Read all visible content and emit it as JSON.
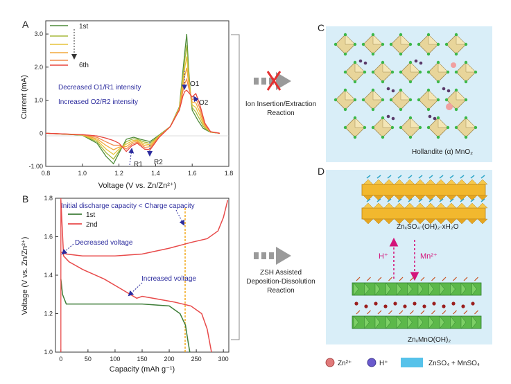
{
  "panels": {
    "A": {
      "letter": "A",
      "ylabel": "Current (mA)",
      "xlabel": "Voltage (V vs. Zn/Zn²⁺)",
      "xticks": [
        "0.8",
        "1.0",
        "1.2",
        "1.4",
        "1.6",
        "1.8"
      ],
      "yticks": [
        "-1.00",
        "0",
        "1.0",
        "2.0",
        "3.0"
      ],
      "legend_first": "1st",
      "legend_last": "6th",
      "note1": "Decreased O1/R1 intensity",
      "note2": "Increased O2/R2 intensity",
      "peaks": [
        "O1",
        "O2",
        "R1",
        "R2"
      ]
    },
    "B": {
      "letter": "B",
      "ylabel": "Voltage (V vs. Zn/Zn²⁺)",
      "xlabel": "Capacity (mAh g⁻¹)",
      "xticks": [
        "0",
        "50",
        "100",
        "150",
        "200",
        "250",
        "300"
      ],
      "yticks": [
        "1.0",
        "1.2",
        "1.4",
        "1.6",
        "1.8"
      ],
      "legend": [
        "1st",
        "2nd"
      ],
      "top_note": "Initial discharge capacity < Charge capacity",
      "ann_voltage_down": "Decreased voltage",
      "ann_voltage_up": "Increased voltage"
    },
    "C": {
      "letter": "C",
      "arrow_label": [
        "Ion Insertion/Extraction",
        "Reaction"
      ],
      "structure_label": "Hollandite (α) MnO₂"
    },
    "D": {
      "letter": "D",
      "arrow_label": [
        "ZSH Assisted",
        "Deposition-Dissolution",
        "Reaction"
      ],
      "top_label": "ZnₓSO₄·(OH)₂·xH₂O",
      "bottom_label": "ZnₓMnO(OH)₂",
      "h_label": "H⁺",
      "mn_label": "Mn²⁺"
    },
    "legend": {
      "items": [
        "Zn²⁺",
        "H⁺",
        "ZnSO₄ + MnSO₄"
      ],
      "colors": [
        "#e07a7a",
        "#6a5acd",
        "#56c2ea"
      ]
    }
  },
  "colors": {
    "cycle_gradient": [
      "#4e8b3a",
      "#a6b83a",
      "#e6c33a",
      "#f2a93b",
      "#f08a4a",
      "#e8443c"
    ],
    "cycle_1st": "#3e7d38",
    "cycle_2nd": "#e84a4a",
    "annotation": "#2c2c9e",
    "orange_dash": "#f2a20a",
    "panel_bg": "#d9eef8"
  },
  "chart_data": [
    {
      "type": "line",
      "panel": "A",
      "xlabel": "Voltage (V vs. Zn/Zn²⁺)",
      "ylabel": "Current (mA)",
      "xlim": [
        0.8,
        1.8
      ],
      "ylim": [
        -1.0,
        3.4
      ],
      "series": [
        {
          "name": "1st",
          "x": [
            0.8,
            1.0,
            1.08,
            1.13,
            1.17,
            1.2,
            1.24,
            1.28,
            1.33,
            1.37,
            1.42,
            1.48,
            1.53,
            1.555,
            1.57,
            1.585,
            1.6,
            1.63,
            1.66,
            1.7,
            1.75
          ],
          "y": [
            0,
            -0.06,
            -0.3,
            -0.7,
            -0.92,
            -0.6,
            -0.18,
            -0.12,
            -0.2,
            -0.25,
            -0.05,
            0.2,
            0.8,
            2.2,
            3.0,
            1.5,
            0.7,
            0.4,
            0.15,
            0.03,
            0
          ]
        },
        {
          "name": "6th",
          "x": [
            0.8,
            1.0,
            1.08,
            1.13,
            1.17,
            1.2,
            1.24,
            1.27,
            1.3,
            1.34,
            1.37,
            1.42,
            1.48,
            1.53,
            1.555,
            1.57,
            1.6,
            1.62,
            1.64,
            1.67,
            1.7,
            1.75
          ],
          "y": [
            0,
            -0.04,
            -0.08,
            -0.15,
            -0.22,
            -0.3,
            -0.55,
            -0.38,
            -0.3,
            -0.48,
            -0.5,
            -0.12,
            0.2,
            0.7,
            1.25,
            1.3,
            1.1,
            1.2,
            0.9,
            0.3,
            0.05,
            0
          ]
        }
      ]
    },
    {
      "type": "line",
      "panel": "B",
      "xlabel": "Capacity (mAh g⁻¹)",
      "ylabel": "Voltage (V vs. Zn/Zn²⁺)",
      "xlim": [
        -10,
        310
      ],
      "ylim": [
        1.0,
        1.8
      ],
      "series": [
        {
          "name": "1st",
          "x": [
            0,
            3,
            10,
            20,
            60,
            100,
            150,
            200,
            220,
            230,
            235,
            238
          ],
          "y": [
            1.38,
            1.3,
            1.25,
            1.25,
            1.25,
            1.25,
            1.25,
            1.24,
            1.2,
            1.14,
            1.05,
            1.0
          ]
        },
        {
          "name": "2nd",
          "x": [
            0,
            5,
            15,
            40,
            80,
            110,
            140,
            150,
            170,
            210,
            240,
            260,
            270,
            278
          ],
          "y": [
            1.79,
            1.5,
            1.47,
            1.43,
            1.38,
            1.33,
            1.28,
            1.29,
            1.28,
            1.26,
            1.24,
            1.2,
            1.12,
            1.0
          ]
        },
        {
          "name": "2nd (charge)",
          "x": [
            0,
            10,
            40,
            100,
            150,
            200,
            240,
            270,
            290,
            300,
            308
          ],
          "y": [
            1.52,
            1.51,
            1.5,
            1.5,
            1.51,
            1.54,
            1.57,
            1.59,
            1.63,
            1.7,
            1.79
          ]
        }
      ],
      "marker_x": 240
    }
  ]
}
